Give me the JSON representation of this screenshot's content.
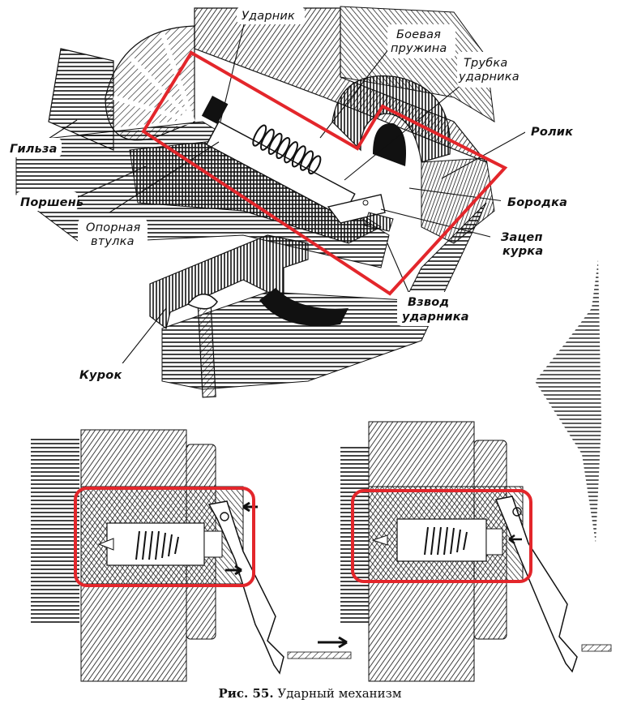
{
  "figure": {
    "caption_prefix": "Рис. 55.",
    "caption_title": "Ударный механизм",
    "highlight_color": "#e3262b",
    "ink_color": "#111111",
    "labels": {
      "striker": "Ударник",
      "mainspring_line1": "Боевая",
      "mainspring_line2": "пружина",
      "striker_tube_line1": "Трубка",
      "striker_tube_line2": "ударника",
      "roller": "Ролик",
      "case": "Гильза",
      "piston": "Поршень",
      "support_sleeve_line1": "Опорная",
      "support_sleeve_line2": "втулка",
      "beard": "Бородка",
      "hammer_catch_line1": "Зацеп",
      "hammer_catch_line2": "курка",
      "striker_cocking_line1": "Взвод",
      "striker_cocking_line2": "ударника",
      "trigger": "Курок"
    },
    "views": [
      {
        "name": "perspective-cutaway",
        "highlight": "polygon"
      },
      {
        "name": "section-cocked",
        "highlight": "rounded-rect",
        "arrows": [
          "left",
          "right",
          "right-cord"
        ]
      },
      {
        "name": "section-fired",
        "highlight": "rounded-rect",
        "arrows": [
          "left"
        ]
      }
    ]
  }
}
